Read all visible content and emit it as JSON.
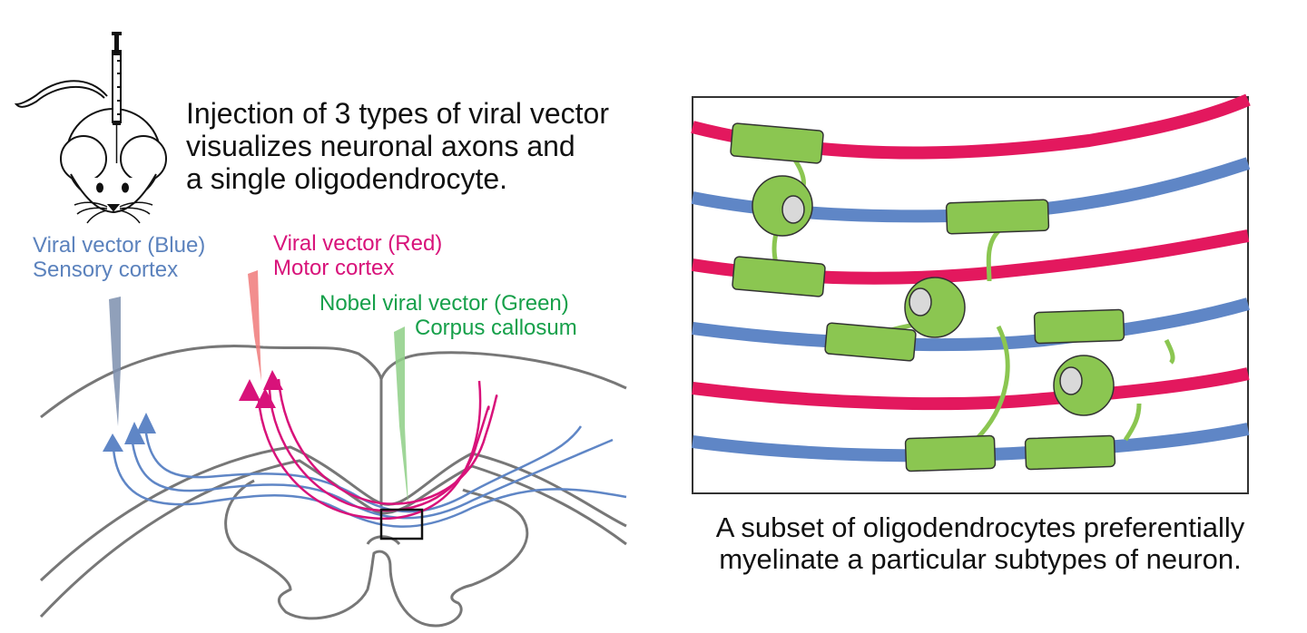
{
  "title": {
    "lines": [
      "Injection of 3 types of viral vector",
      "visualizes neuronal axons and",
      "a single oligodendrocyte."
    ]
  },
  "labels": {
    "blue": {
      "line1": "Viral vector (Blue)",
      "line2": "Sensory cortex",
      "color": "#5b82bd"
    },
    "red": {
      "line1": "Viral vector (Red)",
      "line2": "Motor cortex",
      "color": "#d8127a"
    },
    "green": {
      "line1": "Nobel viral vector (Green)",
      "line2": "Corpus callosum",
      "color": "#16a04a"
    }
  },
  "caption": {
    "lines": [
      "A subset of oligodendrocytes preferentially",
      "myelinate a particular subtypes of neuron."
    ]
  },
  "colors": {
    "axon_red": "#e3185e",
    "axon_blue": "#5f86c6",
    "oligodendrocyte": "#8bc651",
    "nucleus": "#d9d9d9",
    "brain_outline": "#777777"
  },
  "icons": [
    "mouse-icon",
    "syringe-icon",
    "neuron-icon",
    "oligodendrocyte-icon"
  ]
}
